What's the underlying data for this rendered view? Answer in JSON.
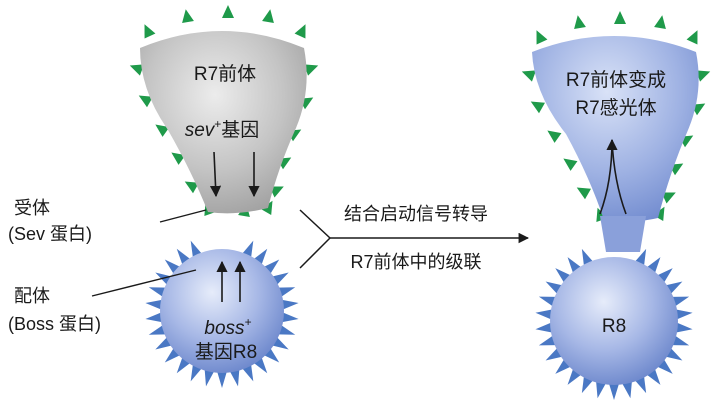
{
  "left": {
    "r7": {
      "title": "R7前体",
      "gene_italic": "sev",
      "gene_sup": "+",
      "gene_suffix": "基因"
    },
    "r8": {
      "gene_italic": "boss",
      "gene_sup": "+",
      "gene_line2": "基因R8"
    }
  },
  "labels": {
    "receptor_line1": "受体",
    "receptor_line2": "(Sev 蛋白)",
    "ligand_line1": "配体",
    "ligand_line2": "(Boss 蛋白)"
  },
  "arrow": {
    "line1": "结合启动信号转导",
    "line2": "R7前体中的级联"
  },
  "right": {
    "r7_line1": "R7前体变成",
    "r7_line2": "R7感光体",
    "r8": "R8"
  },
  "colors": {
    "grey_cell": "#b9b9b9",
    "blue_cell": "#8da2d9",
    "green_spike": "#1f9a4a",
    "blue_spike": "#4a78c4"
  }
}
